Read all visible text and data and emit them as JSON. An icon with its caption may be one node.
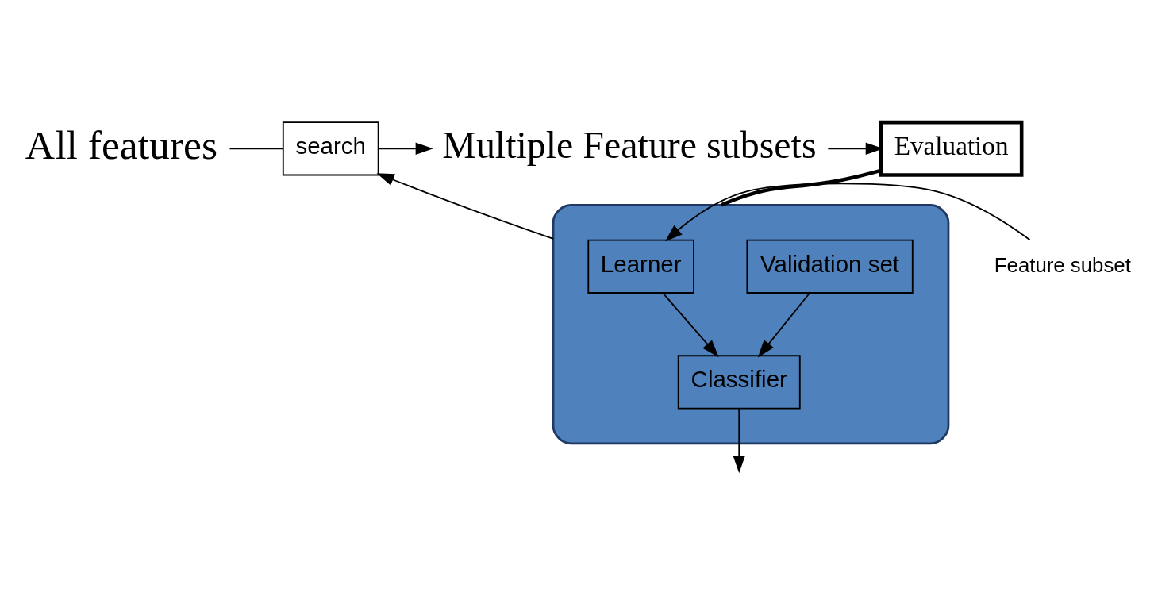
{
  "diagram": {
    "nodes": [
      {
        "text": [
          "All features"
        ]
      },
      {
        "text": [
          "search"
        ]
      },
      {
        "text": [
          "Multiple Feature subsets"
        ]
      },
      {
        "text": [
          "Evaluation"
        ]
      },
      {
        "text": [],
        "shape": "box"
      },
      {
        "text": [
          "Feature subset"
        ]
      },
      {
        "text": [
          "Learner"
        ],
        "in": 4
      },
      {
        "text": [
          "Classifier"
        ],
        "in": 4
      },
      {
        "text": [
          "Validation set"
        ],
        "in": 4
      }
    ],
    "edges": [
      {
        "from": 0,
        "to": 1,
        "arrow": "none"
      },
      {
        "from": 1,
        "to": 2,
        "arrow": "to"
      },
      {
        "from": 2,
        "to": 3,
        "arrow": "to"
      },
      {
        "from": 4,
        "to": 1,
        "arrow": "to"
      },
      {
        "from": 3,
        "to": 4,
        "arrow": "none",
        "style": "thick"
      },
      {
        "from": 5,
        "to": 6,
        "arrow": "to"
      },
      {
        "from": 6,
        "to": 7,
        "arrow": "to"
      },
      {
        "from": 8,
        "to": 7,
        "arrow": "to"
      },
      {
        "from": 7,
        "to": null,
        "arrow": "to"
      }
    ]
  }
}
